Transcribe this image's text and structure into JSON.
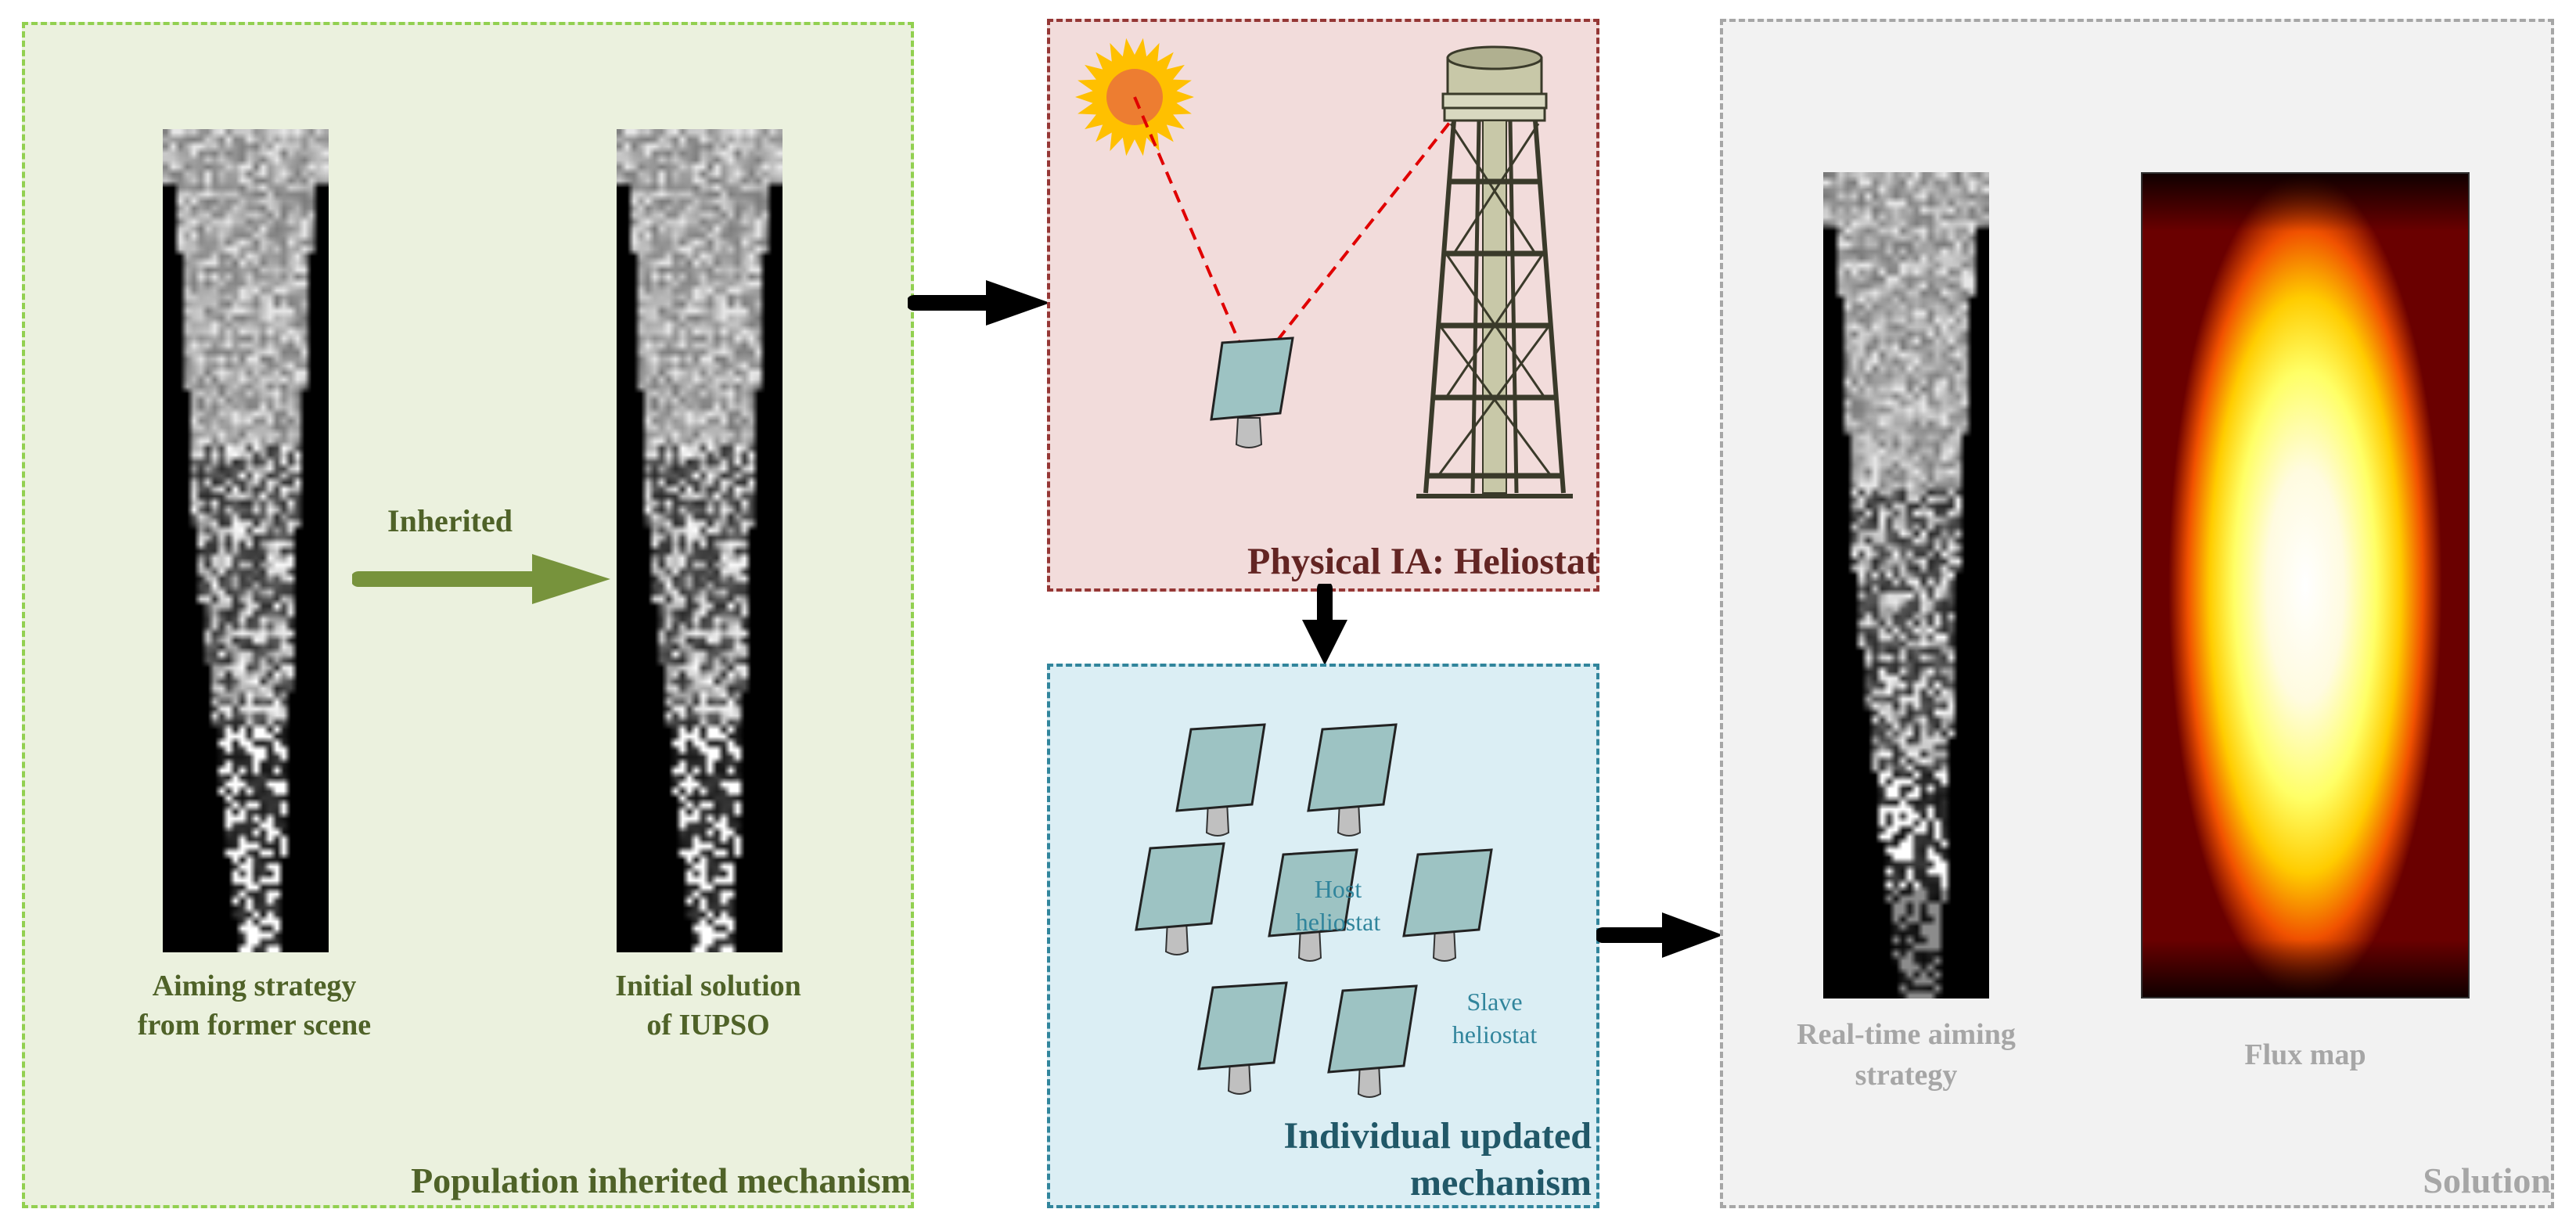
{
  "panels": {
    "population": {
      "title": "Population inherited mechanism",
      "left_caption_1": "Aiming strategy",
      "left_caption_2": "from former scene",
      "right_caption_1": "Initial solution",
      "right_caption_2": "of IUPSO",
      "arrow_label": "Inherited",
      "fill": "#ebf1de",
      "border": "#92d050",
      "text_color": "#4f6228",
      "arrow_color": "#77933c"
    },
    "physical": {
      "title": "Physical IA: Heliostat",
      "fill": "#f2dcdb",
      "border": "#953735",
      "text_color": "#632523"
    },
    "individual": {
      "title_1": "Individual updated",
      "title_2": "mechanism",
      "host_label_1": "Host",
      "host_label_2": "heliostat",
      "slave_label_1": "Slave",
      "slave_label_2": "heliostat",
      "fill": "#dbeef4",
      "border": "#31859c",
      "text_color": "#215868",
      "label_color": "#31859c"
    },
    "solution": {
      "title": "Solution",
      "caption_left_1": "Real-time aiming",
      "caption_left_2": "strategy",
      "caption_right": "Flux map",
      "fill": "#f2f2f2",
      "border": "#a6a6a6",
      "text_color": "#a6a6a6"
    }
  },
  "colors": {
    "heliostat_mirror": "#9dc3c3",
    "sun": "#ffc000",
    "sun_core": "#ed7d31",
    "ray": "#e00000",
    "tower": "#d8d8c0"
  }
}
